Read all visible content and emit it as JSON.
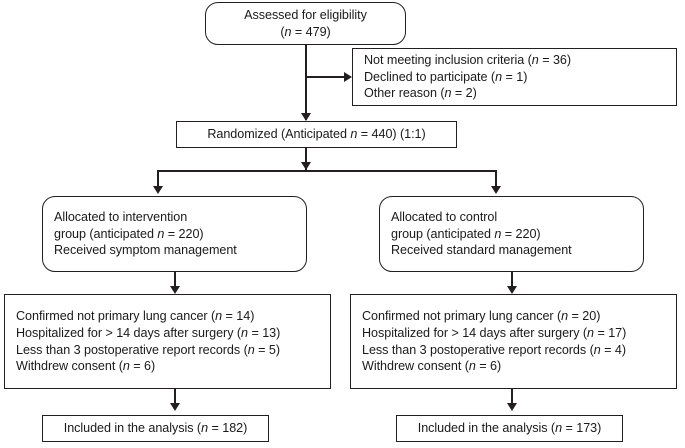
{
  "diagram": {
    "type": "consort-flow-diagram",
    "nodes": {
      "assessed": {
        "shape": "rounded-rect",
        "lines": [
          "Assessed for eligibility",
          "(n = 479)"
        ],
        "line1": "Assessed for eligibility",
        "line2_pre": "(",
        "line2_n": "n",
        "line2_post": " = 479)"
      },
      "excluded_pre": {
        "shape": "rect",
        "line1_text": "Not meeting inclusion criteria (",
        "line1_n": "n",
        "line1_val": " = 36)",
        "line2_text": "Declined to participate (",
        "line2_n": "n",
        "line2_val": " = 1)",
        "line3_text": "Other reason (",
        "line3_n": "n",
        "line3_val": " = 2)"
      },
      "randomized": {
        "shape": "rect",
        "text_pre": "Randomized (Anticipated ",
        "text_n": "n",
        "text_post": " = 440) (1:1)"
      },
      "alloc_intervention": {
        "shape": "rounded-rect",
        "line1": "Allocated to intervention",
        "line2_pre": "group (anticipated ",
        "line2_n": "n",
        "line2_post": " = 220)",
        "line3": "Received symptom management"
      },
      "alloc_control": {
        "shape": "rounded-rect",
        "line1": "Allocated to control",
        "line2_pre": "group (anticipated ",
        "line2_n": "n",
        "line2_post": " = 220)",
        "line3": "Received standard management"
      },
      "exclusions_left": {
        "shape": "rect",
        "l1_text": "Confirmed not primary lung cancer (",
        "l1_n": "n",
        "l1_val": " = 14)",
        "l2_text": "Hospitalized for > 14 days after surgery (",
        "l2_n": "n",
        "l2_val": " = 13)",
        "l3_text": "Less than 3 postoperative report records (",
        "l3_n": "n",
        "l3_val": " = 5)",
        "l4_text": "Withdrew consent (",
        "l4_n": "n",
        "l4_val": " = 6)"
      },
      "exclusions_right": {
        "shape": "rect",
        "l1_text": "Confirmed not primary lung cancer (",
        "l1_n": "n",
        "l1_val": " = 20)",
        "l2_text": "Hospitalized for > 14 days after surgery (",
        "l2_n": "n",
        "l2_val": " = 17)",
        "l3_text": "Less than 3 postoperative report records (",
        "l3_n": "n",
        "l3_val": " = 4)",
        "l4_text": "Withdrew consent (",
        "l4_n": "n",
        "l4_val": " = 6)"
      },
      "analysis_left": {
        "shape": "rect",
        "text_pre": "Included in the analysis (",
        "text_n": "n",
        "text_post": " = 182)"
      },
      "analysis_right": {
        "shape": "rect",
        "text_pre": "Included in the analysis (",
        "text_n": "n",
        "text_post": " = 173)"
      }
    },
    "colors": {
      "stroke": "#231f20",
      "background": "#ffffff",
      "text": "#1a1a1a"
    }
  }
}
